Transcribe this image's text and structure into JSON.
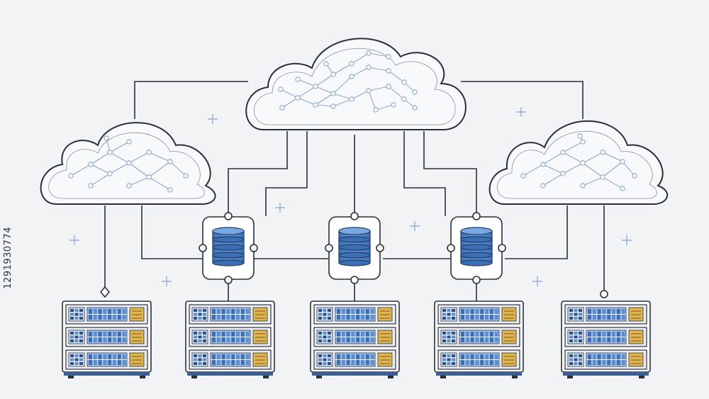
{
  "stock_id": "1291930774",
  "colors": {
    "background": "#f2f3f5",
    "line": "#2b2f3a",
    "cloud_fill": "#f8f9fb",
    "node_blue": "#5b86c5",
    "db_blue": "#4a7fc1",
    "server_blue": "#5d8fd0",
    "server_gold": "#e0b44f",
    "sparkle": "#7fa3d6"
  },
  "clouds": [
    {
      "name": "cloud-top-center",
      "role": "primary-cloud"
    },
    {
      "name": "cloud-left",
      "role": "secondary-cloud"
    },
    {
      "name": "cloud-right",
      "role": "secondary-cloud"
    }
  ],
  "databases": [
    {
      "name": "database-left"
    },
    {
      "name": "database-center"
    },
    {
      "name": "database-right"
    }
  ],
  "server_racks": [
    {
      "name": "server-rack-1"
    },
    {
      "name": "server-rack-2"
    },
    {
      "name": "server-rack-3"
    },
    {
      "name": "server-rack-4"
    },
    {
      "name": "server-rack-5"
    }
  ]
}
